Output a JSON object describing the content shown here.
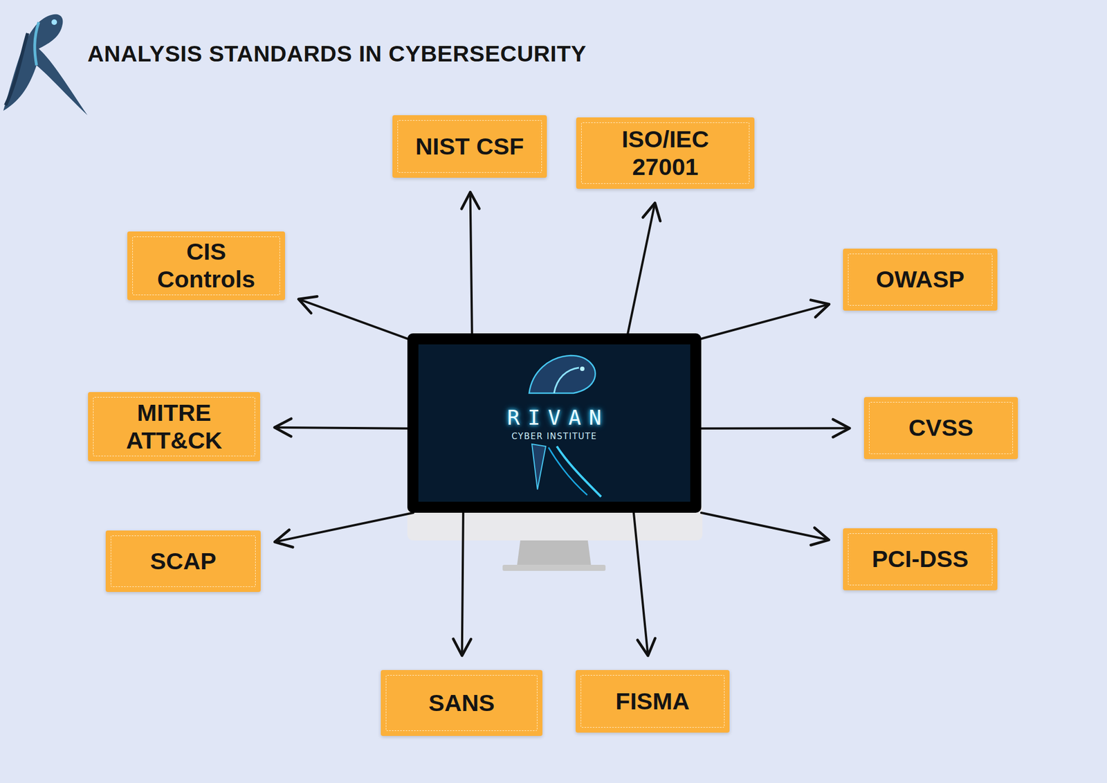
{
  "diagram": {
    "title": "ANALYSIS STANDARDS IN CYBERSECURITY",
    "nodes": [
      {
        "text": [
          "NIST CSF"
        ]
      },
      {
        "text": [
          "ISO/IEC 27001"
        ]
      },
      {
        "text": [
          "CIS Controls"
        ]
      },
      {
        "text": [
          "OWASP"
        ]
      },
      {
        "text": [
          "RIVAN",
          "CYBER INSTITUTE"
        ]
      },
      {
        "text": [
          "MITRE ATT&CK"
        ]
      },
      {
        "text": [
          "CVSS"
        ]
      },
      {
        "text": [
          "SCAP"
        ]
      },
      {
        "text": [
          "PCI-DSS"
        ]
      },
      {
        "text": [
          "SANS"
        ]
      },
      {
        "text": [
          "FISMA"
        ]
      }
    ],
    "edges": [
      {
        "from": 4,
        "to": 0,
        "arrow": "to"
      },
      {
        "from": 4,
        "to": 1,
        "arrow": "to"
      },
      {
        "from": 4,
        "to": 2,
        "arrow": "to"
      },
      {
        "from": 4,
        "to": 3,
        "arrow": "to"
      },
      {
        "from": 4,
        "to": 5,
        "arrow": "to"
      },
      {
        "from": 4,
        "to": 6,
        "arrow": "to"
      },
      {
        "from": 4,
        "to": 7,
        "arrow": "to"
      },
      {
        "from": 4,
        "to": 8,
        "arrow": "to"
      },
      {
        "from": 4,
        "to": 9,
        "arrow": "to"
      },
      {
        "from": 4,
        "to": 10,
        "arrow": "to"
      }
    ]
  }
}
